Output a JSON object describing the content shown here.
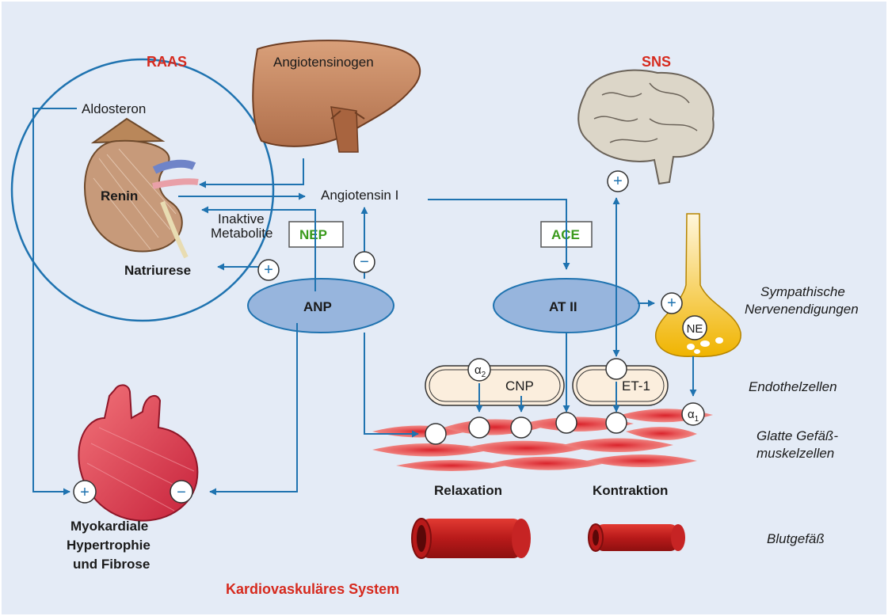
{
  "sections": {
    "raas": "RAAS",
    "sns": "SNS",
    "cardio": "Kardiovaskuläres System"
  },
  "labels": {
    "angiotensinogen": "Angiotensinogen",
    "aldosteron": "Aldosteron",
    "renin": "Renin",
    "angiotensin1": "Angiotensin I",
    "inaktive_line1": "Inaktive",
    "inaktive_line2": "Metabolite",
    "natriurese": "Natriurese",
    "nep": "NEP",
    "ace": "ACE",
    "anp": "ANP",
    "at2": "AT II",
    "cnp": "CNP",
    "et1": "ET-1",
    "ne": "NE",
    "relaxation": "Relaxation",
    "kontraktion": "Kontraktion",
    "myo_line1": "Myokardiale",
    "myo_line2": "Hypertrophie",
    "myo_line3": "und Fibrose"
  },
  "receptors": {
    "alpha2_base": "α",
    "alpha2_sub": "2",
    "alpha1_base": "α",
    "alpha1_sub": "1"
  },
  "signs": {
    "plus": "+",
    "minus": "−"
  },
  "right_labels": {
    "sympath_line1": "Sympathische",
    "sympath_line2": "Nervenendigungen",
    "endothel": "Endothelzellen",
    "glatte_line1": "Glatte Gefäß-",
    "glatte_line2": "muskelzellen",
    "blutgefaess": "Blutgefäß"
  },
  "colors": {
    "background": "#e4ebf6",
    "arrow": "#1f73b0",
    "ellipse": "#97b5dd",
    "section_red": "#d62a1e",
    "enzyme_green": "#3a9a1c",
    "muscle": "#e8585a",
    "vessel": "#c21f1f"
  },
  "icons": [
    "liver-icon",
    "kidney-icon",
    "brain-icon",
    "heart-icon",
    "nerve-ending-icon",
    "blood-vessel-icon"
  ]
}
